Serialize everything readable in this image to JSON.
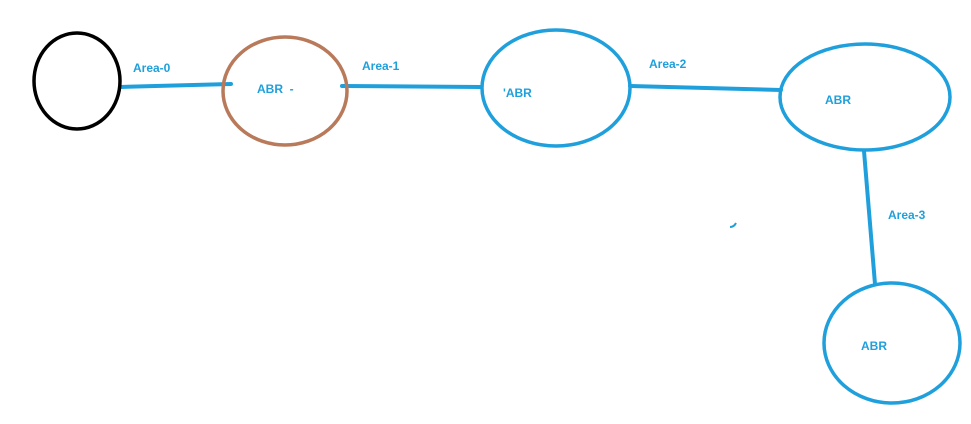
{
  "colors": {
    "link": "#1fa0dc",
    "text": "#1fa0dc",
    "router_black": "#000000",
    "router_brown": "#b87a5a",
    "router_blue": "#1fa0dc",
    "background": "#ffffff"
  },
  "nodes": [
    {
      "id": "router-0",
      "label": "",
      "color_key": "router_black"
    },
    {
      "id": "abr-1",
      "label": "ABR  -",
      "color_key": "router_brown"
    },
    {
      "id": "abr-2",
      "label": "'ABR",
      "color_key": "router_blue"
    },
    {
      "id": "abr-3",
      "label": "ABR",
      "color_key": "router_blue"
    },
    {
      "id": "abr-4",
      "label": "ABR",
      "color_key": "router_blue"
    }
  ],
  "links": [
    {
      "from": "router-0",
      "to": "abr-1",
      "label": "Area-0"
    },
    {
      "from": "abr-1",
      "to": "abr-2",
      "label": "Area-1"
    },
    {
      "from": "abr-2",
      "to": "abr-3",
      "label": "Area-2"
    },
    {
      "from": "abr-3",
      "to": "abr-4",
      "label": "Area-3"
    }
  ]
}
